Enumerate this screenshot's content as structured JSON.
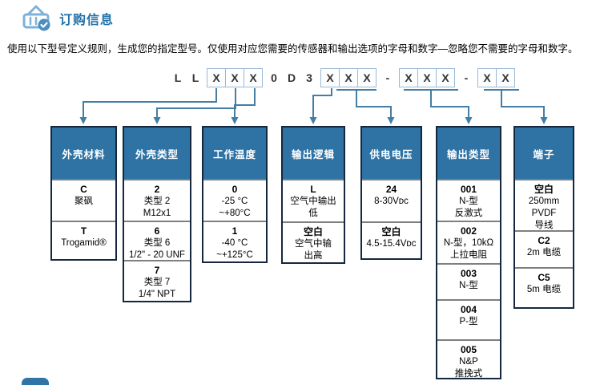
{
  "header": {
    "icon": "basket-icon",
    "title": "订购信息"
  },
  "instruction": "使用以下型号定义规则，生成您的指定型号。仅使用对应您需要的传感器和输出选项的字母和数字—忽略您不需要的字母和数字。",
  "part_number": {
    "segments": [
      {
        "char": "L"
      },
      {
        "char": "L"
      },
      {
        "boxes": [
          "X",
          "X",
          "X"
        ]
      },
      {
        "char": "0"
      },
      {
        "char": "D"
      },
      {
        "char": "3"
      },
      {
        "boxes": [
          "X",
          "X",
          "X"
        ]
      },
      {
        "char": "-"
      },
      {
        "boxes": [
          "X",
          "X",
          "X"
        ]
      },
      {
        "char": "-"
      },
      {
        "boxes": [
          "X",
          "X"
        ]
      }
    ]
  },
  "columns": [
    {
      "header": "外壳材料",
      "options": [
        {
          "code": "C",
          "desc": [
            "聚砜"
          ]
        },
        {
          "code": "T",
          "desc": [
            "Trogamid®"
          ]
        }
      ]
    },
    {
      "header": "外壳类型",
      "options": [
        {
          "code": "2",
          "desc": [
            "类型 2",
            "M12x1"
          ]
        },
        {
          "code": "6",
          "desc": [
            "类型 6",
            "1/2\" - 20 UNF"
          ]
        },
        {
          "code": "7",
          "desc": [
            "类型 7",
            "1/4\" NPT"
          ]
        }
      ]
    },
    {
      "header": "工作温度",
      "options": [
        {
          "code": "0",
          "desc": [
            "-25 °C",
            "~+80°C"
          ]
        },
        {
          "code": "1",
          "desc": [
            "-40 °C",
            "~+125°C"
          ]
        }
      ]
    },
    {
      "header": "输出逻辑",
      "options": [
        {
          "code": "L",
          "desc": [
            "空气中输出",
            "低"
          ]
        },
        {
          "code": "空白",
          "desc": [
            "空气中输",
            "出高"
          ]
        }
      ]
    },
    {
      "header": "供电电压",
      "options": [
        {
          "code": "24",
          "desc": [
            "8-30Vᴅᴄ"
          ]
        },
        {
          "code": "空白",
          "desc": [
            "4.5-15.4Vᴅᴄ"
          ]
        }
      ]
    },
    {
      "header": "输出类型",
      "options": [
        {
          "code": "001",
          "desc": [
            "N-型",
            "反激式"
          ]
        },
        {
          "code": "002",
          "desc": [
            "N-型，10kΩ",
            "上拉电阻"
          ]
        },
        {
          "code": "003",
          "desc": [
            "N-型"
          ]
        },
        {
          "code": "004",
          "desc": [
            "P-型"
          ]
        },
        {
          "code": "005",
          "desc": [
            "N&P",
            "推挽式"
          ]
        }
      ]
    },
    {
      "header": "端子",
      "options": [
        {
          "code": "空白",
          "desc": [
            "250mm PVDF",
            "导线"
          ]
        },
        {
          "code": "C2",
          "desc": [
            "2m 电缆"
          ]
        },
        {
          "code": "C5",
          "desc": [
            "5m 电缆"
          ]
        }
      ]
    }
  ],
  "footer": {
    "icon": "partial-logo"
  },
  "colors": {
    "accent": "#2E73A4",
    "connector_line": "#447EA4",
    "title_text": "#2171A8",
    "box_border": "#9BB9D4",
    "cell_divider": "#7F7F7F",
    "column_border": "#15273F",
    "icon_light_blue": "#7FB2D9",
    "icon_badge_blue": "#4C8FBF"
  }
}
